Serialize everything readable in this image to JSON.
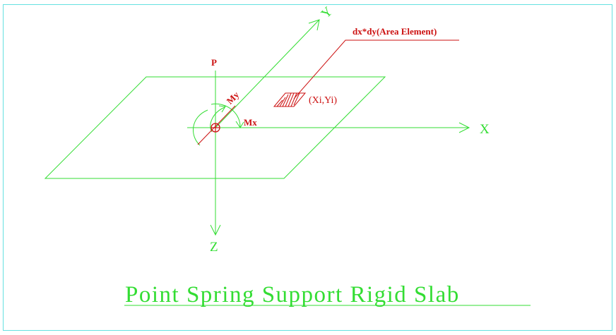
{
  "title": "Point Spring Support Rigid Slab",
  "axes": {
    "x_label": "X",
    "y_label": "Y",
    "z_label": "Z"
  },
  "loads": {
    "p_label": "P",
    "mx_label": "Mx",
    "my_label": "My"
  },
  "area_element": {
    "label": "dx*dy(Area Element)",
    "coord_label": "(Xi,Yi)"
  },
  "colors": {
    "frame": "#66e0e0",
    "geometry": "#33dd33",
    "annotation": "#cc1111"
  }
}
